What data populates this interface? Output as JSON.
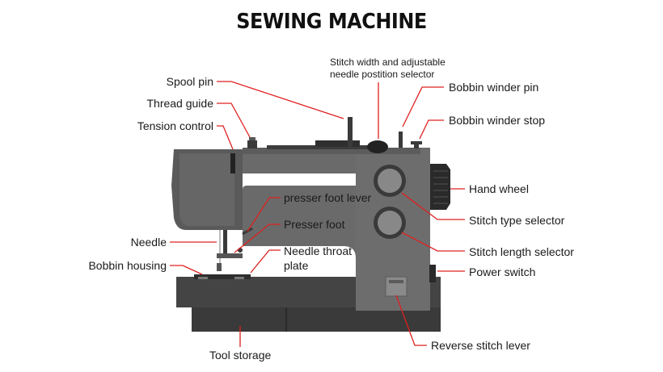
{
  "title": "SEWING MACHINE",
  "colors": {
    "body": "#6f6f6f",
    "body_dark": "#555555",
    "base": "#404040",
    "base_dark": "#2f2f2f",
    "leader": "#e02020",
    "text": "#1a1a1a"
  },
  "labels": {
    "spool_pin": "Spool pin",
    "thread_guide": "Thread guide",
    "tension_control": "Tension control",
    "needle": "Needle",
    "bobbin_housing": "Bobbin housing",
    "tool_storage": "Tool storage",
    "stitch_width_line1": "Stitch width and adjustable",
    "stitch_width_line2": "needle postition selector",
    "bobbin_winder_pin": "Bobbin winder pin",
    "bobbin_winder_stop": "Bobbin winder stop",
    "hand_wheel": "Hand wheel",
    "presser_foot_lever": "presser foot lever",
    "presser_foot": "Presser foot",
    "needle_throat_line1": "Needle throat",
    "needle_throat_line2": "plate",
    "stitch_type_selector": "Stitch type selector",
    "stitch_length_selector": "Stitch length selector",
    "power_switch": "Power switch",
    "reverse_stitch_lever": "Reverse stitch lever"
  }
}
